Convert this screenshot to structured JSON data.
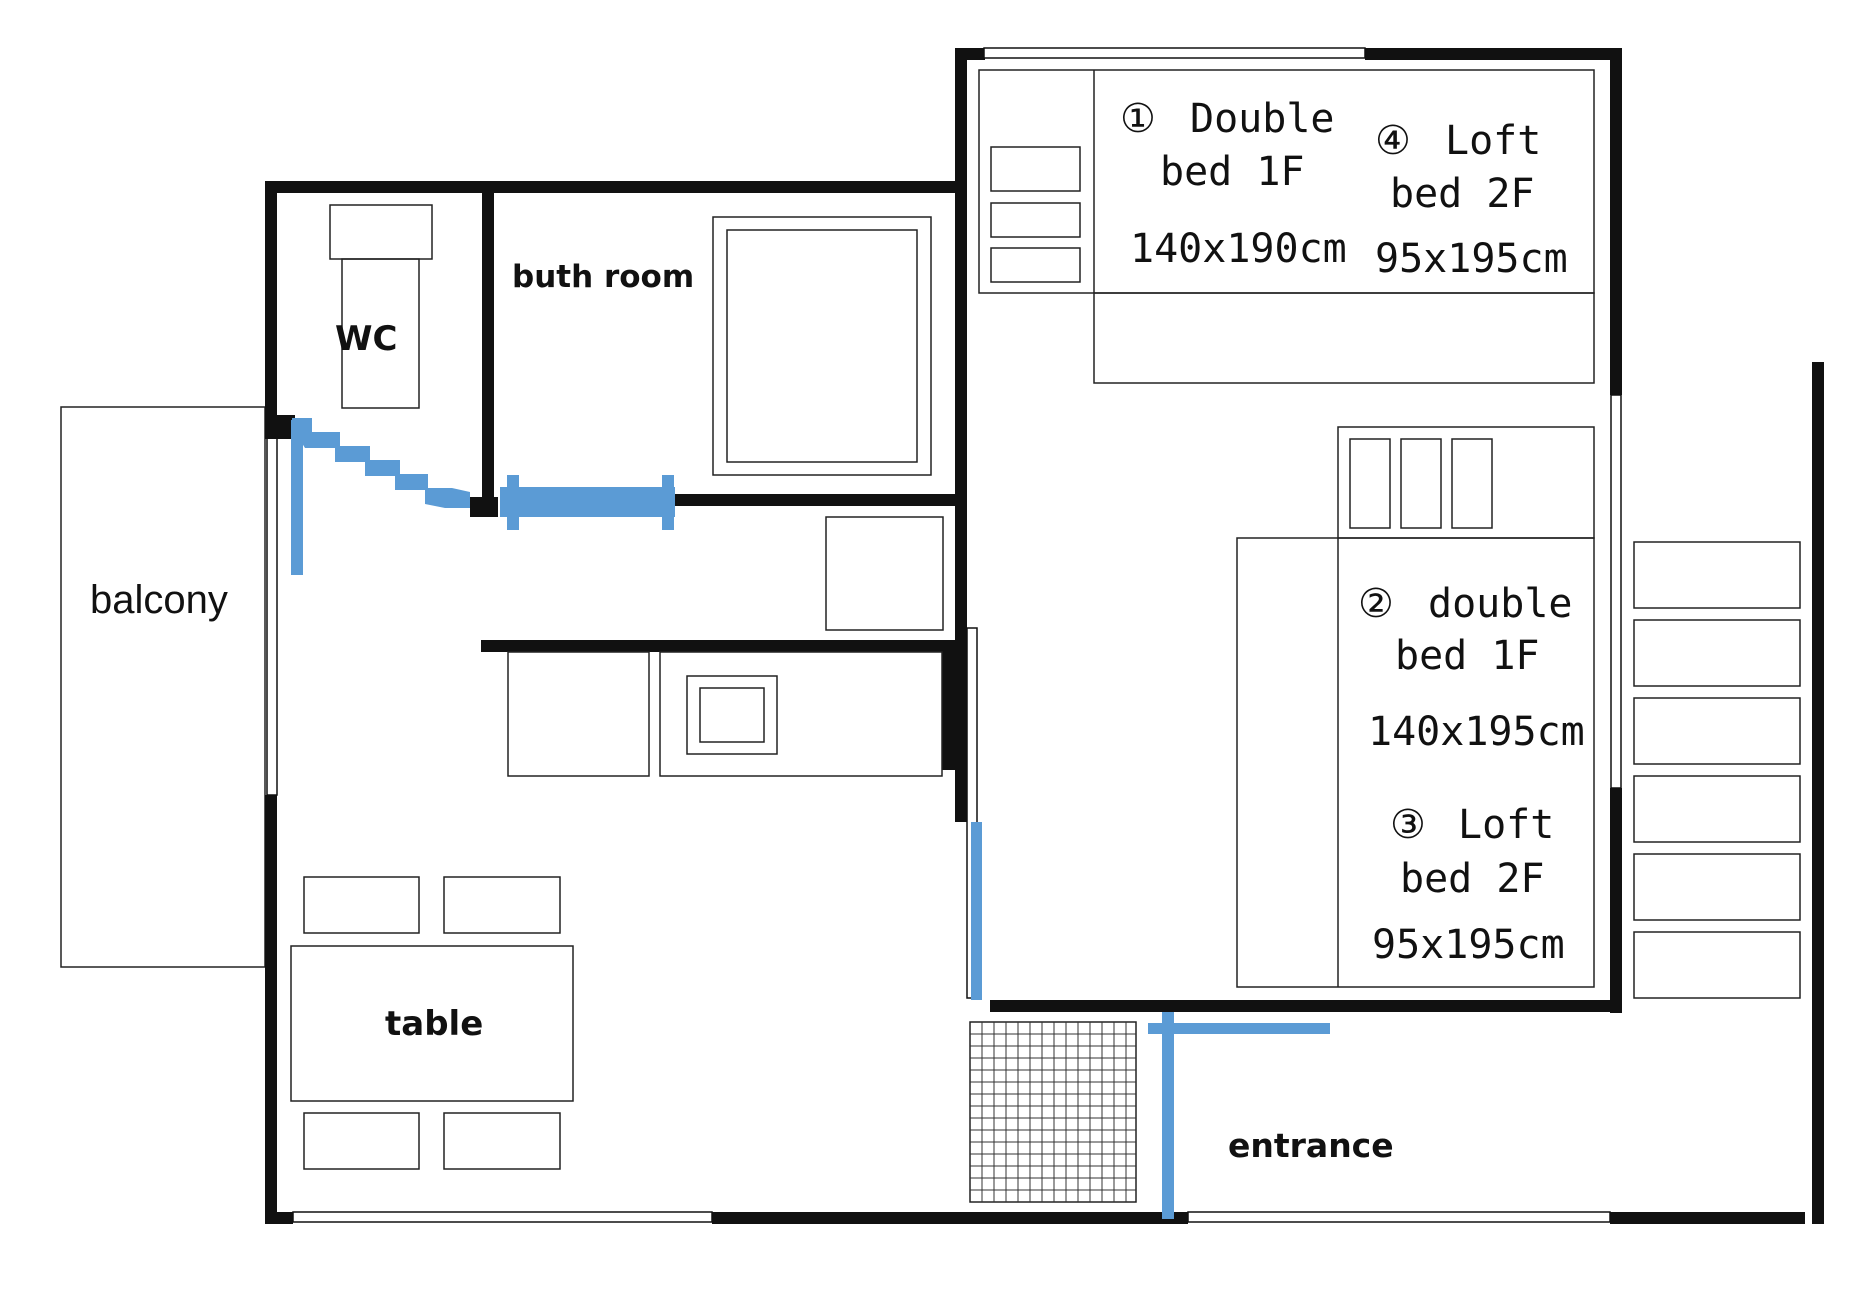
{
  "plan": {
    "colors": {
      "wall": "#111111",
      "door": "#5b9bd5",
      "outline": "#222222",
      "background": "#ffffff"
    },
    "rooms": {
      "wc": "WC",
      "bathroom": "buth room",
      "balcony": "balcony",
      "table": "table",
      "entrance": "entrance"
    },
    "beds": [
      {
        "num": "①",
        "name": "Double",
        "floor": "bed 1F",
        "size": "140x190cm"
      },
      {
        "num": "④",
        "name": "Loft",
        "floor": "bed 2F",
        "size": "95x195cm"
      },
      {
        "num": "②",
        "name": "double",
        "floor": "bed 1F",
        "size": "140x195cm"
      },
      {
        "num": "③",
        "name": "Loft",
        "floor": "bed 2F",
        "size": "95x195cm"
      }
    ]
  }
}
